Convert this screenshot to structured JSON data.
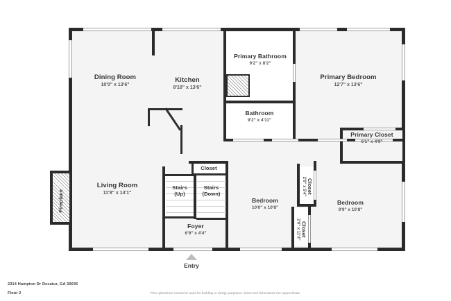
{
  "document": {
    "address": "2314 Hampton Dr Decatur, GA 30035",
    "floor": "Floor 2",
    "disclaimer": "Floor plans/tour cannot be used for building or design purposes. Sizes and dimensions are approximate."
  },
  "entry": {
    "label": "Entry",
    "icon": "triangle-up-icon"
  },
  "colors": {
    "wall": "#2b2b2b",
    "room_fill": "#f4f4f4",
    "page_background": "#ffffff",
    "label_text": "#333333",
    "dimension_text": "#555555",
    "entry_marker": "#bdbdbd",
    "hatch_stroke": "#8d8d8d"
  },
  "rooms": [
    {
      "id": "dining-room",
      "name": "Dining Room",
      "dimensions": "10'0\" x 13'6\""
    },
    {
      "id": "kitchen",
      "name": "Kitchen",
      "dimensions": "8'10\" x 13'6\""
    },
    {
      "id": "primary-bathroom",
      "name": "Primary Bathroom",
      "dimensions": "9'2\" x 8'2\""
    },
    {
      "id": "primary-bedroom",
      "name": "Primary Bedroom",
      "dimensions": "12'7\" x 13'6\""
    },
    {
      "id": "bathroom",
      "name": "Bathroom",
      "dimensions": "9'2\" x 4'11\""
    },
    {
      "id": "primary-closet",
      "name": "Primary Closet",
      "dimensions": "6'1\" x 4'9\""
    },
    {
      "id": "living-room",
      "name": "Living Room",
      "dimensions": "11'8\" x 14'1\""
    },
    {
      "id": "foyer",
      "name": "Foyer",
      "dimensions": "6'9\" x 4'4\""
    },
    {
      "id": "bedroom-center",
      "name": "Bedroom",
      "dimensions": "10'0\" x 10'8\""
    },
    {
      "id": "bedroom-right",
      "name": "Bedroom",
      "dimensions": "9'9\" x 10'8\""
    },
    {
      "id": "closet-upper",
      "name": "Closet",
      "dimensions": ""
    },
    {
      "id": "stairs-up",
      "name": "Stairs",
      "dimensions": "(Up)"
    },
    {
      "id": "stairs-down",
      "name": "Stairs",
      "dimensions": "(Down)"
    },
    {
      "id": "closet-right-top",
      "name": "Closet",
      "dimensions": "2'0\" x 5'4\""
    },
    {
      "id": "closet-right-bot",
      "name": "Closet",
      "dimensions": "2'0\" x 11'4\""
    },
    {
      "id": "fireplace",
      "name": "Fireplace",
      "dimensions": ""
    }
  ]
}
